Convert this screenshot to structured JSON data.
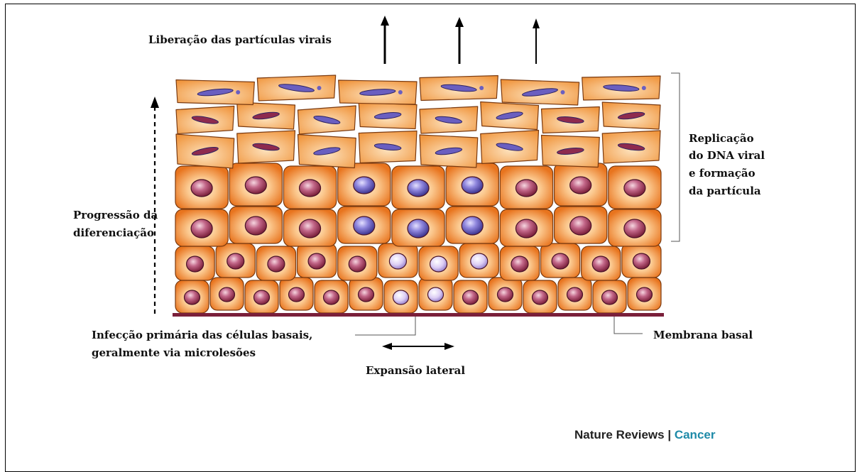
{
  "labels": {
    "release": "Liberação das partículas virais",
    "replication": [
      "Replicação",
      "do DNA viral",
      "e formação",
      "da partícula"
    ],
    "differentiation": [
      "Progressão da",
      "diferenciação"
    ],
    "infection": [
      "Infecção primária das células basais,",
      "geralmente via microlesões"
    ],
    "lateral": "Expansão lateral",
    "membrane": "Membrana basal"
  },
  "credit": {
    "journal": "Nature Reviews",
    "separator": " | ",
    "section": "Cancer"
  },
  "colors": {
    "cell_light": "#fbc88e",
    "cell_dark": "#e8741e",
    "cell_outline": "#7a3a10",
    "nucleus_red": "#9b2a4f",
    "nucleus_purple": "#6a5fc0",
    "nucleus_light": "#d9c9f2",
    "membrane": "#7a1f3a",
    "credit_blue": "#1e8aa8"
  }
}
